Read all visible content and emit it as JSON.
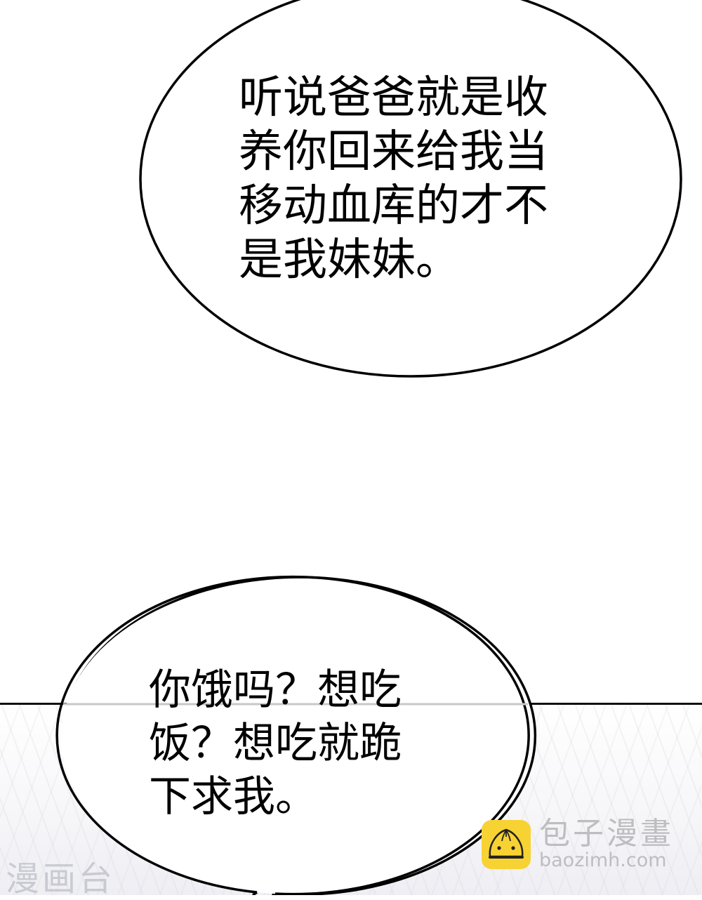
{
  "panels": {
    "upper": {
      "bubble_text": [
        "听说爸爸就是收",
        "养你回来给我当",
        "移动血库的才不",
        "是我妹妹。"
      ]
    },
    "lower": {
      "bubble_text": [
        "你饿吗？想吃",
        "饭？想吃就跪",
        "下求我。"
      ]
    }
  },
  "watermarks": {
    "left": "漫画台",
    "right_name": "包子漫畫",
    "right_url": "baozimh.com",
    "logo_icon": "baozi-bun-icon",
    "logo_color": "#f7d233"
  },
  "colors": {
    "background": "#ffffff",
    "ink": "#000000",
    "panel_bottom": "#eeeef3"
  }
}
